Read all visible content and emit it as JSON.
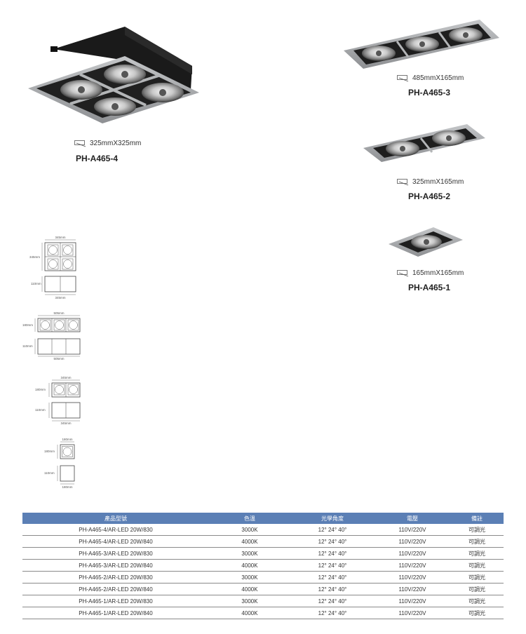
{
  "products": [
    {
      "id": "4",
      "size": "325mmX325mm",
      "model": "PH-A465-4"
    },
    {
      "id": "3",
      "size": "485mmX165mm",
      "model": "PH-A465-3"
    },
    {
      "id": "2",
      "size": "325mmX165mm",
      "model": "PH-A465-2"
    },
    {
      "id": "1",
      "size": "165mmX165mm",
      "model": "PH-A465-1"
    }
  ],
  "drawings": [
    {
      "top_width": "345mm",
      "side_height": "345mm",
      "depth": "110mm",
      "bottom_width": "345mm"
    },
    {
      "top_width": "505mm",
      "side_height": "180mm",
      "depth": "110mm",
      "bottom_width": "505mm"
    },
    {
      "top_width": "345mm",
      "side_height": "180mm",
      "depth": "110mm",
      "bottom_width": "345mm"
    },
    {
      "top_width": "180mm",
      "side_height": "180mm",
      "depth": "110mm",
      "bottom_width": "180mm"
    }
  ],
  "table": {
    "headers": [
      "產品型號",
      "色溫",
      "光學角度",
      "電壓",
      "備註"
    ],
    "rows": [
      [
        "PH-A465-4/AR-LED 20W/830",
        "3000K",
        "12°  24°  40°",
        "110V/220V",
        "可調光"
      ],
      [
        "PH-A465-4/AR-LED 20W/840",
        "4000K",
        "12°  24°  40°",
        "110V/220V",
        "可調光"
      ],
      [
        "PH-A465-3/AR-LED 20W/830",
        "3000K",
        "12°  24°  40°",
        "110V/220V",
        "可調光"
      ],
      [
        "PH-A465-3/AR-LED 20W/840",
        "4000K",
        "12°  24°  40°",
        "110V/220V",
        "可調光"
      ],
      [
        "PH-A465-2/AR-LED 20W/830",
        "3000K",
        "12°  24°  40°",
        "110V/220V",
        "可調光"
      ],
      [
        "PH-A465-2/AR-LED 20W/840",
        "4000K",
        "12°  24°  40°",
        "110V/220V",
        "可調光"
      ],
      [
        "PH-A465-1/AR-LED 20W/830",
        "3000K",
        "12°  24°  40°",
        "110V/220V",
        "可調光"
      ],
      [
        "PH-A465-1/AR-LED 20W/840",
        "4000K",
        "12°  24°  40°",
        "110V/220V",
        "可調光"
      ]
    ]
  },
  "colors": {
    "header_bg": "#5b7fb5",
    "frame": "#a9abad",
    "housing": "#1c1c1c"
  }
}
